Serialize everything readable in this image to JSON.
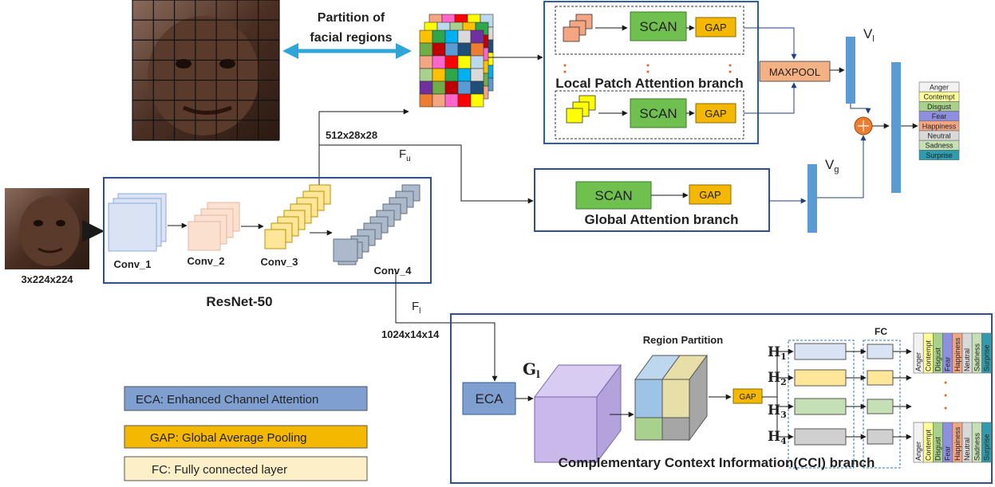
{
  "images": {
    "face_partition_alt": "face",
    "face_input_alt": "face"
  },
  "labels": {
    "partition": [
      "Partition of",
      "facial regions"
    ],
    "f_u": "F",
    "f_u_sub": "u",
    "dim_512": "512x28x28",
    "dim_input": "3x224x224",
    "dim_1024": "1024x14x14",
    "f_l": "F",
    "f_l_sub": "l",
    "v_l": "V",
    "v_l_sub": "l",
    "v_g": "V",
    "v_g_sub": "g",
    "resnet": "ResNet-50",
    "conv1": "Conv_1",
    "conv2": "Conv_2",
    "conv3": "Conv_3",
    "conv4": "Conv_4",
    "scan": "SCAN",
    "gap": "GAP",
    "maxpool": "MAXPOOL",
    "local_branch": "Local Patch Attention branch",
    "global_branch": "Global Attention branch",
    "eca": "ECA",
    "g_l": "G",
    "g_l_sub": "l",
    "region_partition": "Region Partition",
    "fc": "FC",
    "h1": "H",
    "h1_sub": "1",
    "h2": "H",
    "h2_sub": "2",
    "h3": "H",
    "h3_sub": "3",
    "h4": "H",
    "h4_sub": "4",
    "cci_branch": "Complementary Context Information(CCI) branch"
  },
  "emotions": [
    "Anger",
    "Contempt",
    "Disgust",
    "Fear",
    "Happiness",
    "Neutral",
    "Sadness",
    "Surprise"
  ],
  "emotion_colors": [
    "#f2f2f2",
    "#ffff99",
    "#a9d18e",
    "#8f8fe0",
    "#f4a582",
    "#d9d9d9",
    "#c5e0b4",
    "#2e9cae"
  ],
  "legend": [
    {
      "abbr": "ECA",
      "text": ": Enhanced Channel Attention",
      "color": "#7f9fd0"
    },
    {
      "abbr": "GAP",
      "text": ": Global Average Pooling",
      "color": "#f5b800"
    },
    {
      "abbr": "FC",
      "text": ": Fully connected layer",
      "color": "#fdf0c8"
    }
  ],
  "colors": {
    "blue_bar": "#5b9bd5",
    "scan": "#70c050",
    "gap": "#f5b800",
    "maxpool": "#f4b183",
    "frame": "#2f4f8f",
    "arrow": "#1f3f7f",
    "partition_arrow": "#2ea6d8",
    "conv1": "#dae3f3",
    "conv2": "#fbe0d0",
    "conv3": "#ffe699",
    "conv4": "#acb9ca",
    "gl_box": "#c9b8ea"
  }
}
